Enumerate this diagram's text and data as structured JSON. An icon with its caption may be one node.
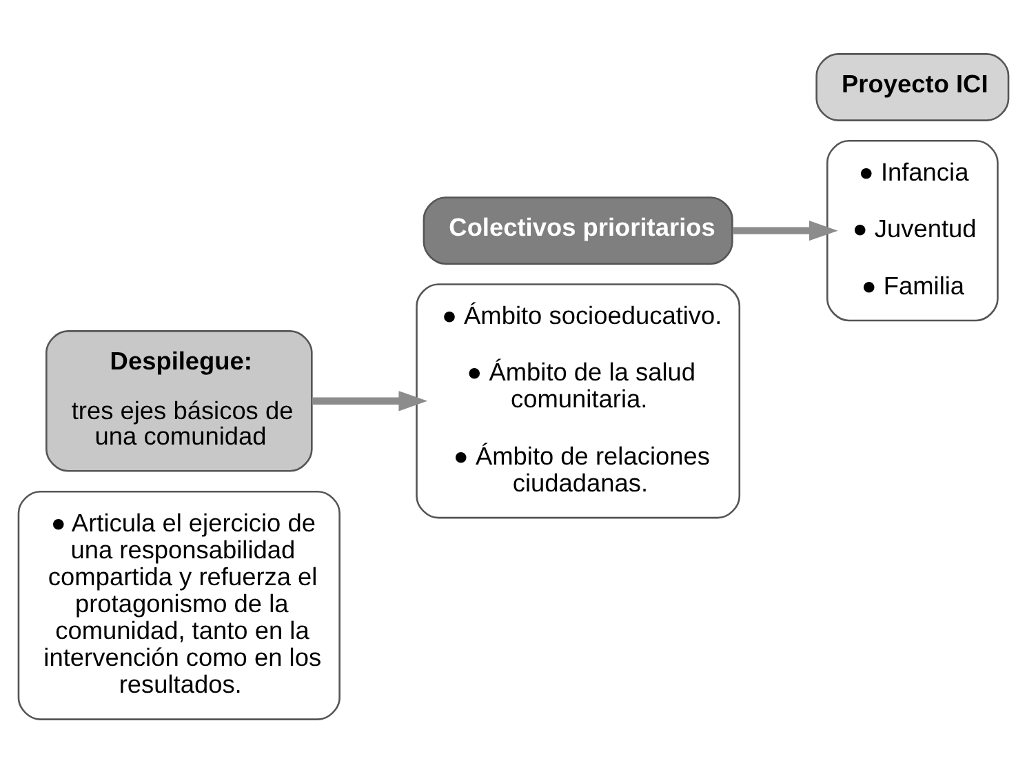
{
  "diagram": {
    "nodes": [
      {
        "text": [
          "● Articula el ejercicio de una responsabilidad compartida y refuerza el protagonismo de la comunidad, tanto en la intervención como en los resultados."
        ]
      },
      {
        "text": [
          "Despilegue:",
          "tres ejes básicos de una comunidad"
        ]
      },
      {
        "text": [
          "Colectivos prioritarios"
        ]
      },
      {
        "text": [
          "● Ámbito socioeducativo.",
          "● Ámbito de la salud comunitaria.",
          "● Ámbito de relaciones ciudadanas."
        ]
      },
      {
        "text": [
          "Proyecto ICI"
        ]
      },
      {
        "text": [
          "● Infancia",
          "● Juventud",
          "● Familia"
        ]
      }
    ],
    "edges": [
      {
        "from": 1,
        "to": 3,
        "arrow": "to"
      },
      {
        "from": 2,
        "to": 5,
        "arrow": "to"
      }
    ]
  }
}
